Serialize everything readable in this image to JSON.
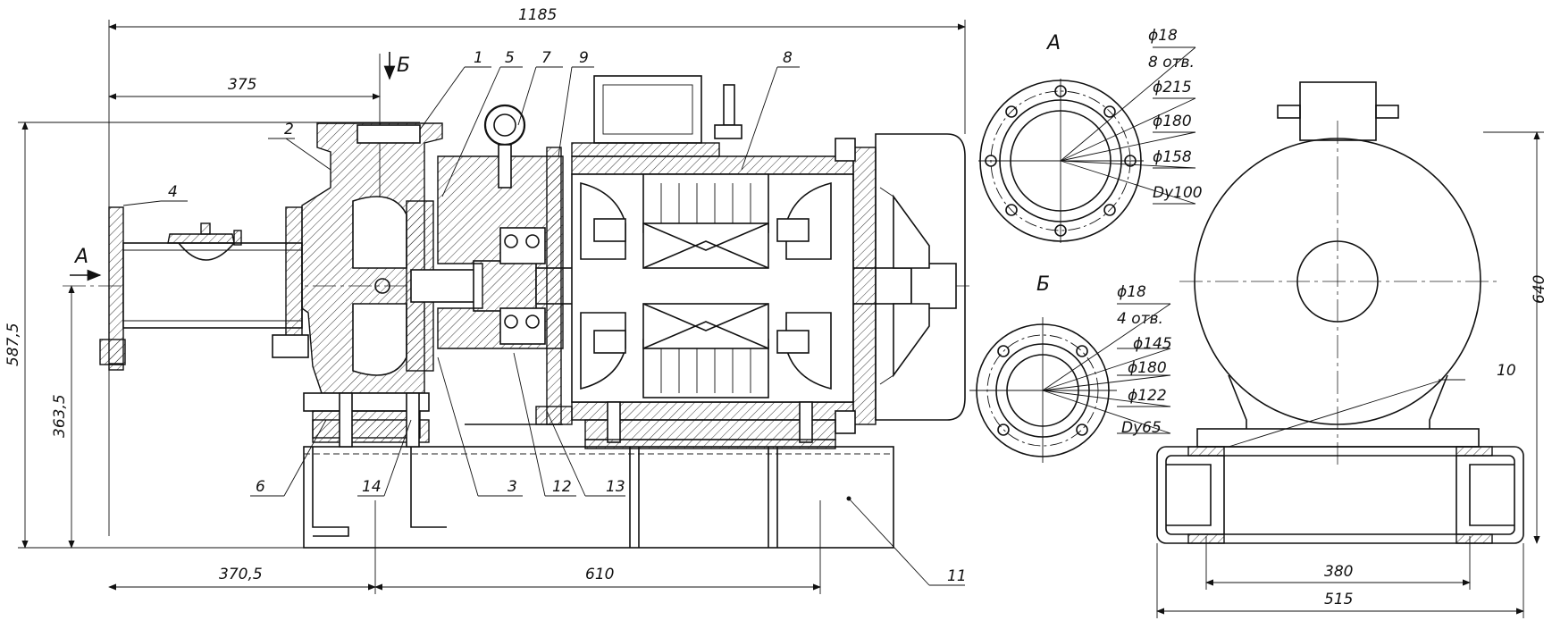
{
  "title": "",
  "dimensions": {
    "overall_length": "1185",
    "inlet_to_section_b": "375",
    "overall_height": "587,5",
    "axis_height": "363,5",
    "pump_to_support": "370,5",
    "support_span": "610",
    "side_height": "640",
    "side_frame_inner": "380",
    "side_frame_outer": "515"
  },
  "section_labels": {
    "view_a_arrow": "A",
    "section_b_arrow": "Б",
    "view_a_title": "А",
    "view_b_title": "Б"
  },
  "flange_a": {
    "bolt_dia": "ϕ18",
    "bolt_count": "8 отв.",
    "outer_dia": "ϕ215",
    "pcd": "ϕ180",
    "raised_face": "ϕ158",
    "nominal": "Dy100"
  },
  "flange_b": {
    "bolt_dia": "ϕ18",
    "bolt_count": "4 отв.",
    "pcd": "ϕ145",
    "outer_dia": "ϕ180",
    "raised_face": "ϕ122",
    "nominal": "Dy65"
  },
  "callouts": [
    "1",
    "2",
    "3",
    "4",
    "5",
    "6",
    "7",
    "8",
    "9",
    "10",
    "11",
    "12",
    "13",
    "14"
  ]
}
